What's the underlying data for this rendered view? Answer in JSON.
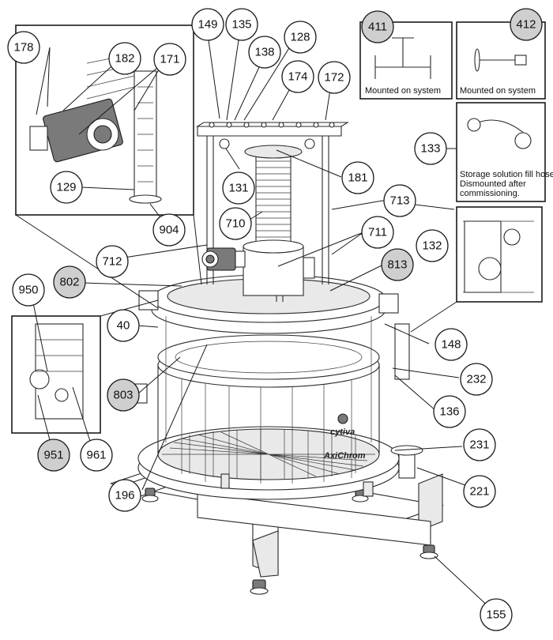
{
  "callouts": {
    "c149": "149",
    "c135": "135",
    "c128": "128",
    "c138": "138",
    "c174": "174",
    "c172": "172",
    "c178": "178",
    "c182": "182",
    "c171": "171",
    "c129": "129",
    "c904": "904",
    "c131": "131",
    "c181": "181",
    "c133": "133",
    "c713": "713",
    "c710": "710",
    "c711": "711",
    "c712": "712",
    "c132": "132",
    "c813": "813",
    "c802": "802",
    "c950": "950",
    "c40": "40",
    "c148": "148",
    "c232": "232",
    "c136": "136",
    "c803": "803",
    "c951": "951",
    "c961": "961",
    "c231": "231",
    "c196": "196",
    "c221": "221",
    "c155": "155",
    "c411": "411",
    "c412": "412"
  },
  "grey_callouts": [
    "411",
    "412",
    "802",
    "813",
    "803",
    "951"
  ],
  "insets": {
    "tee_caption": "Mounted on system",
    "plug_caption": "Mounted on system",
    "hose_caption": [
      "Storage solution fill hose.",
      "Dismounted after",
      "commissioning."
    ]
  },
  "brand": {
    "logo": "cytiva",
    "product": "AxiChrom"
  },
  "colors": {
    "line": "#1a1a1a",
    "grey_callout": "#cfcfcf",
    "background": "#ffffff"
  }
}
